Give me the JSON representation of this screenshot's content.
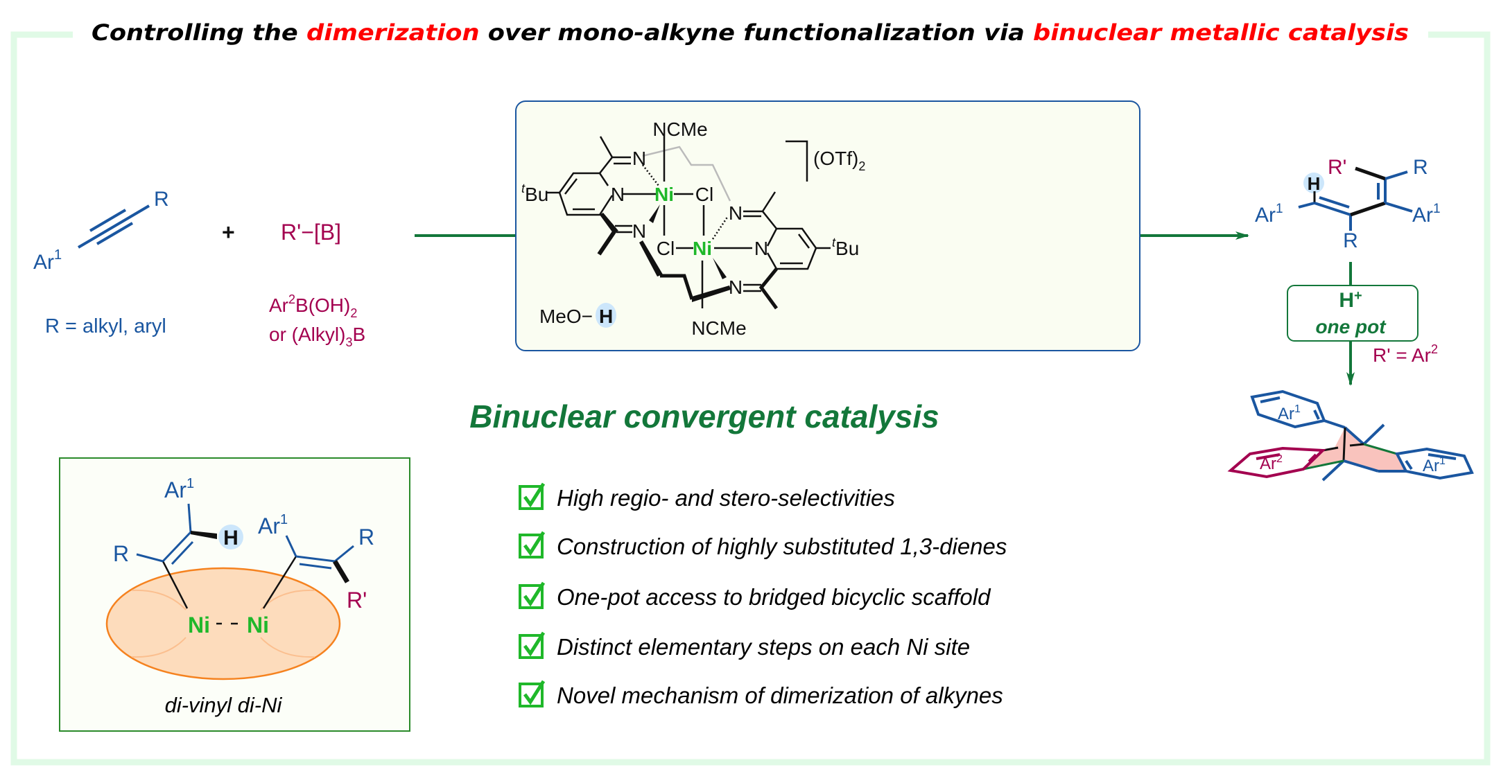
{
  "title": {
    "segments": [
      {
        "text": "Controlling the ",
        "color": "#000000"
      },
      {
        "text": "dimerization",
        "color": "#ff0000"
      },
      {
        "text": " over mono-alkyne functionalization via ",
        "color": "#000000"
      },
      {
        "text": "binuclear metallic catalysis",
        "color": "#ff0000"
      }
    ]
  },
  "reactants": {
    "alkyne": {
      "ar": "Ar",
      "ar_sup": "1",
      "r": "R"
    },
    "r_definition": "R = alkyl, aryl",
    "plus": "+",
    "boron": "R'−[B]",
    "boron_option1": {
      "pre": "Ar",
      "sup": "2",
      "post": "B(OH)",
      "sub": "2"
    },
    "boron_option2": {
      "pre": "or (Alkyl)",
      "sub": "3",
      "post": "B"
    }
  },
  "catalyst": {
    "ncme_top": "NCMe",
    "ncme_bottom": "NCMe",
    "ni1": "Ni",
    "ni2": "Ni",
    "cl1": "Cl",
    "cl2": "Cl",
    "n": "N",
    "tbu": {
      "sup": "t",
      "base": "Bu"
    },
    "counterion": {
      "base": "(OTf)",
      "sub": "2"
    },
    "methanol": {
      "meo": "MeO−",
      "h": "H"
    }
  },
  "headline": "Binuclear convergent catalysis",
  "features": [
    "High regio- and stero-selectivities",
    "Construction of highly substituted 1,3-dienes",
    "One-pot access to bridged bicyclic scaffold",
    "Distinct elementary steps on each Ni site",
    "Novel mechanism of dimerization of alkynes"
  ],
  "intermediate": {
    "ar": "Ar",
    "ar_sup": "1",
    "r": "R",
    "r_prime": "R'",
    "h": "H",
    "ni": "Ni",
    "caption": "di-vinyl di-Ni"
  },
  "product_diene": {
    "ar": "Ar",
    "ar_sup": "1",
    "r": "R",
    "r_prime": "R'",
    "h": "H"
  },
  "second_step": {
    "reagent": {
      "base": "H",
      "sup": "+"
    },
    "condition": "one pot",
    "note": {
      "pre": "R' = Ar",
      "sup": "2"
    }
  },
  "bicyclic": {
    "ar1": {
      "base": "Ar",
      "sup": "1"
    },
    "ar2": {
      "base": "Ar",
      "sup": "2"
    }
  },
  "colors": {
    "frame": "#e0fae6",
    "blue": "#1a56a0",
    "purple": "#a3004f",
    "ni_green": "#1fb82a",
    "arrow_green": "#13773a",
    "title_red": "#ff0000",
    "box_border": "#1a56a0",
    "box_fill": "#fafdf2",
    "ellipse_fill": "#fddcbc",
    "ellipse_stroke": "#f5821f",
    "h_highlight": "#cce6fb",
    "bicyclic_fill": "#f9c3bd"
  }
}
